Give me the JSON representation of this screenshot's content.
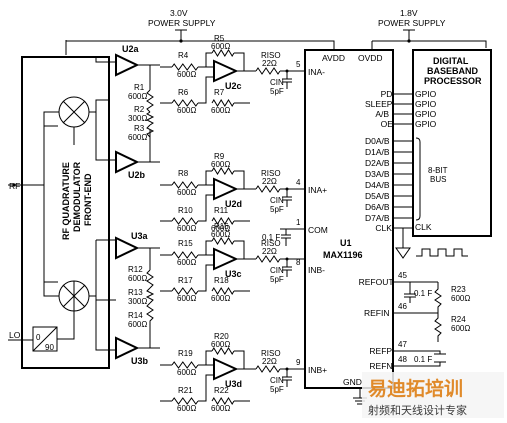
{
  "supplies": {
    "left_voltage": "3.0V",
    "left_label": "POWER SUPPLY",
    "right_voltage": "1.8V",
    "right_label": "POWER SUPPLY"
  },
  "front_end": {
    "label_line1": "RF QUADRATURE",
    "label_line2": "DEMODULATOR",
    "label_line3": "FRONT-END",
    "rf_label": "RF",
    "lo_label": "LO",
    "phase_0": "0",
    "phase_90": "90"
  },
  "amps": [
    {
      "name": "U2a"
    },
    {
      "name": "U2b"
    },
    {
      "name": "U3a"
    },
    {
      "name": "U3b"
    },
    {
      "name": "U2c"
    },
    {
      "name": "U2d"
    },
    {
      "name": "U3c"
    },
    {
      "name": "U3d"
    }
  ],
  "resistors": {
    "R1": {
      "name": "R1",
      "value": "600Ω"
    },
    "R2": {
      "name": "R2",
      "value": "300Ω"
    },
    "R3": {
      "name": "R3",
      "value": "600Ω"
    },
    "R4": {
      "name": "R4",
      "value": "600Ω"
    },
    "R5": {
      "name": "R5",
      "value": "600Ω"
    },
    "R6": {
      "name": "R6",
      "value": "600Ω"
    },
    "R7": {
      "name": "R7",
      "value": "600Ω"
    },
    "R8": {
      "name": "R8",
      "value": "600Ω"
    },
    "R9": {
      "name": "R9",
      "value": "600Ω"
    },
    "R10": {
      "name": "R10",
      "value": "600Ω"
    },
    "R11": {
      "name": "R11",
      "value": "600Ω"
    },
    "R12": {
      "name": "R12",
      "value": "600Ω"
    },
    "R13": {
      "name": "R13",
      "value": "300Ω"
    },
    "R14": {
      "name": "R14",
      "value": "600Ω"
    },
    "R15": {
      "name": "R15",
      "value": "600Ω"
    },
    "R16": {
      "name": "R16",
      "value": "600Ω"
    },
    "R17": {
      "name": "R17",
      "value": "600Ω"
    },
    "R18": {
      "name": "R18",
      "value": "600Ω"
    },
    "R19": {
      "name": "R19",
      "value": "600Ω"
    },
    "R20": {
      "name": "R20",
      "value": "600Ω"
    },
    "R21": {
      "name": "R21",
      "value": "600Ω"
    },
    "R22": {
      "name": "R22",
      "value": "600Ω"
    },
    "R23": {
      "name": "R23",
      "value": "600Ω"
    },
    "R24": {
      "name": "R24",
      "value": "600Ω"
    }
  },
  "iso": {
    "name": "RISO",
    "value": "22Ω"
  },
  "cin": {
    "name": "CIN",
    "value": "5pF"
  },
  "cap_0p1": "0.1 F",
  "chip": {
    "name": "U1",
    "part": "MAX1196",
    "avdd": "AVDD",
    "ovdd": "OVDD",
    "gnd": "GND",
    "pins_left": [
      {
        "num": "5",
        "label": "INA-"
      },
      {
        "num": "4",
        "label": "INA+"
      },
      {
        "num": "1",
        "label": "COM"
      },
      {
        "num": "8",
        "label": "INB-"
      },
      {
        "num": "9",
        "label": "INB+"
      }
    ],
    "pins_right": [
      "PD",
      "SLEEP",
      "A/B",
      "OE",
      "D0A/B",
      "D1A/B",
      "D2A/B",
      "D3A/B",
      "D4A/B",
      "D5A/B",
      "D6A/B",
      "D7A/B",
      "CLK"
    ],
    "ref_pins": [
      {
        "num": "45",
        "label": "REFOUT"
      },
      {
        "num": "46",
        "label": "REFIN"
      },
      {
        "num": "47",
        "label": "REFP"
      },
      {
        "num": "48",
        "label": "REFN"
      }
    ]
  },
  "processor": {
    "line1": "DIGITAL",
    "line2": "BASEBAND",
    "line3": "PROCESSOR",
    "gpio": [
      "GPIO",
      "GPIO",
      "GPIO",
      "GPIO"
    ],
    "bus_line1": "8-BIT",
    "bus_line2": "BUS",
    "clk": "CLK"
  },
  "watermark": {
    "title": "易迪拓培训",
    "subtitle": "射频和天线设计专家"
  }
}
